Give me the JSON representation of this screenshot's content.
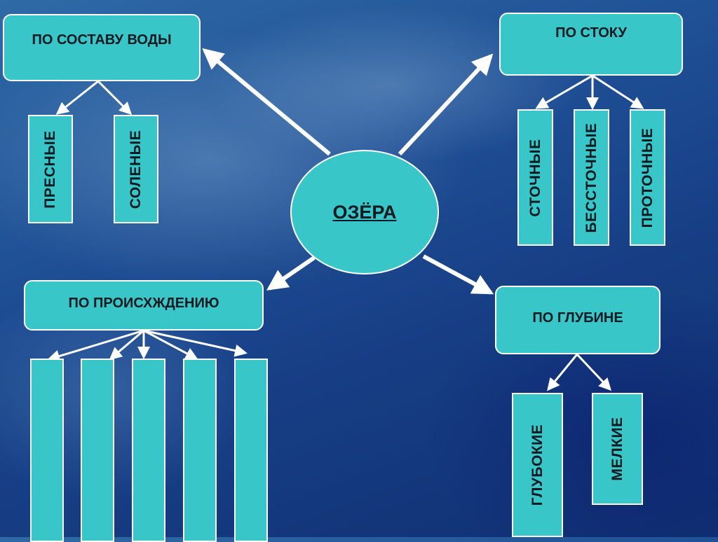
{
  "center": {
    "label": "ОЗЁРА"
  },
  "composition": {
    "title": "ПО СОСТАВУ ВОДЫ",
    "items": [
      "ПРЕСНЫЕ",
      "СОЛЕНЫЕ"
    ]
  },
  "runoff": {
    "title": "ПО СТОКУ",
    "items": [
      "СТОЧНЫЕ",
      "БЕССТОЧНЫЕ",
      "ПРОТОЧНЫЕ"
    ]
  },
  "origin": {
    "title": "ПО ПРОИСХЖДЕНИЮ",
    "items": [
      "",
      "",
      "",
      "",
      ""
    ]
  },
  "depth": {
    "title": "ПО ГЛУБИНЕ",
    "items": [
      "ГЛУБОКИЕ",
      "МЕЛКИЕ"
    ]
  },
  "colors": {
    "box_fill": "#39c6c9",
    "border": "#ffffff",
    "text": "#0d1a20",
    "background": "#1f4f95"
  }
}
